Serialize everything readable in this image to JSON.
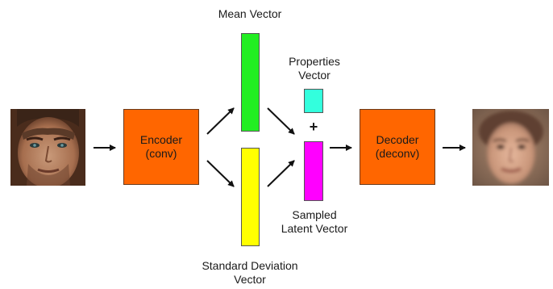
{
  "diagram": {
    "input_image": {
      "icon": "male-face-photo"
    },
    "encoder": {
      "line1": "Encoder",
      "line2": "(conv)",
      "color": "#FF6600"
    },
    "mean_vector": {
      "label": "Mean Vector",
      "color": "#22EE22"
    },
    "std_vector": {
      "label_line1": "Standard Deviation",
      "label_line2": "Vector",
      "color": "#FFFF00"
    },
    "properties_vector": {
      "label_line1": "Properties",
      "label_line2": "Vector",
      "color": "#33FFDD"
    },
    "plus_sign": "+",
    "latent_vector": {
      "label_line1": "Sampled",
      "label_line2": "Latent Vector",
      "color": "#FF00FF"
    },
    "decoder": {
      "line1": "Decoder",
      "line2": "(deconv)",
      "color": "#FF6600"
    },
    "output_image": {
      "icon": "blurry-reconstructed-face"
    }
  }
}
